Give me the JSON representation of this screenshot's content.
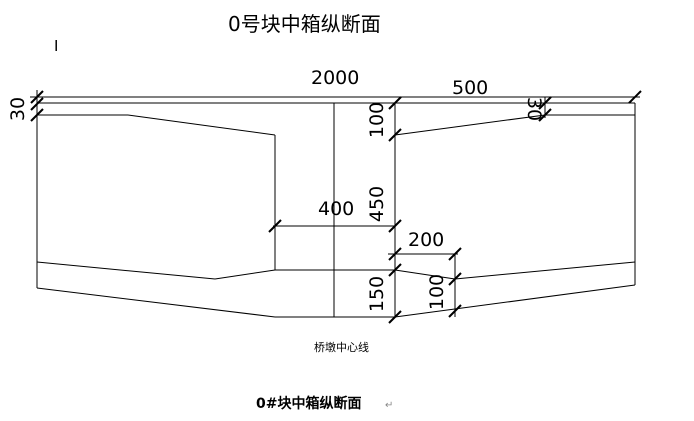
{
  "title_top": "0号块中箱纵断面",
  "cursor_mark": "I",
  "dimensions": {
    "total_length": "2000",
    "right_segment": "500",
    "top_left_thickness": "30",
    "top_right_thickness": "30",
    "top_haunch_height": "100",
    "web_height": "450",
    "web_offset": "400",
    "bottom_haunch_length": "200",
    "bottom_thickness": "150",
    "bottom_haunch_height": "100"
  },
  "center_line_label": "桥墩中心线",
  "caption": "0#块中箱纵断面",
  "return_mark": "↵",
  "colors": {
    "line": "#000000",
    "background": "#ffffff"
  }
}
